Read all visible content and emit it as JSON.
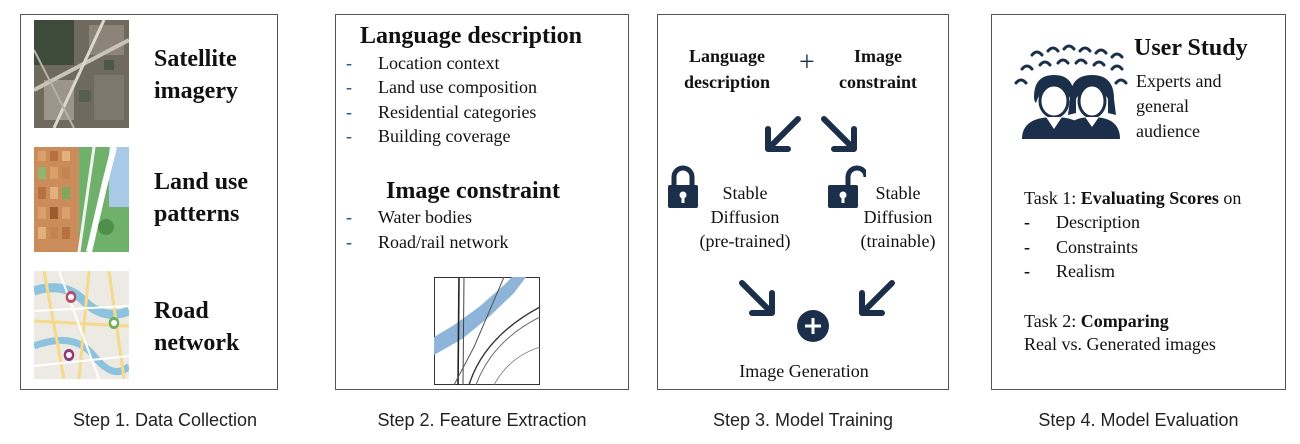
{
  "steps": [
    {
      "caption": "Step 1. Data Collection"
    },
    {
      "caption": "Step 2. Feature Extraction"
    },
    {
      "caption": "Step 3. Model Training"
    },
    {
      "caption": "Step 4. Model Evaluation"
    }
  ],
  "step1": {
    "rows": [
      {
        "label_line1": "Satellite",
        "label_line2": "imagery"
      },
      {
        "label_line1": "Land use",
        "label_line2": "patterns"
      },
      {
        "label_line1": "Road",
        "label_line2": "network"
      }
    ]
  },
  "step2": {
    "language_title": "Language description",
    "language_items": [
      "Location context",
      "Land use composition",
      "Residential categories",
      "Building coverage"
    ],
    "image_title": "Image constraint",
    "image_items": [
      "Water bodies",
      "Road/rail network"
    ],
    "dash": "-"
  },
  "step3": {
    "input1_line1": "Language",
    "input1_line2": "description",
    "plus": "+",
    "input2_line1": "Image",
    "input2_line2": "constraint",
    "model1_line1": "Stable",
    "model1_line2": "Diffusion",
    "model1_line3": "(pre-trained)",
    "model2_line1": "Stable",
    "model2_line2": "Diffusion",
    "model2_line3": "(trainable)",
    "output": "Image Generation"
  },
  "step4": {
    "title": "User Study",
    "audience_line1": "Experts and",
    "audience_line2": "general",
    "audience_line3": "audience",
    "task1_prefix": "Task 1: ",
    "task1_bold": "Evaluating Scores",
    "task1_suffix": " on",
    "task1_items": [
      "Description",
      "Constraints",
      "Realism"
    ],
    "task2_prefix": "Task 2: ",
    "task2_bold": "Comparing",
    "task2_line2": "Real vs. Generated images",
    "dash": "-"
  },
  "colors": {
    "navy": "#1b2f4a",
    "water": "#8fb4d9",
    "border": "#555555",
    "dash_blue": "#2b5f8a"
  }
}
